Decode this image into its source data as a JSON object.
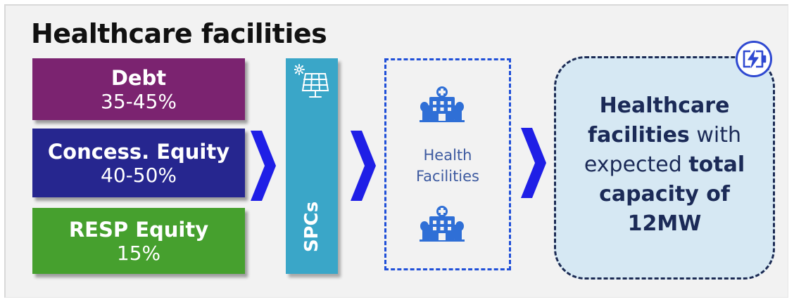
{
  "title": "Healthcare facilities",
  "funding": [
    {
      "label": "Debt",
      "pct": "35-45%"
    },
    {
      "label": "Concess. Equity",
      "pct": "40-50%"
    },
    {
      "label": "RESP Equity",
      "pct": "15%"
    }
  ],
  "spc": {
    "label": "SPCs",
    "icon": "solar-panel-icon"
  },
  "health_facilities": {
    "line1": "Health",
    "line2": "Facilities",
    "icon": "hospital-icon"
  },
  "result": {
    "l1": "Healthcare",
    "l2_bold": "facilities",
    "l2_rest": " with",
    "l3_rest": "expected ",
    "l3_bold": "total",
    "l4": "capacity of",
    "l5": "12MW"
  },
  "badge_icon": "battery-charging-icon",
  "colors": {
    "debt": "#7b2370",
    "equity": "#26268f",
    "resp": "#46a02e",
    "spc": "#3aa6c8",
    "arrow": "#1f1fe6",
    "dashed": "#1f4fd8",
    "result_bg": "#d6e8f3"
  }
}
